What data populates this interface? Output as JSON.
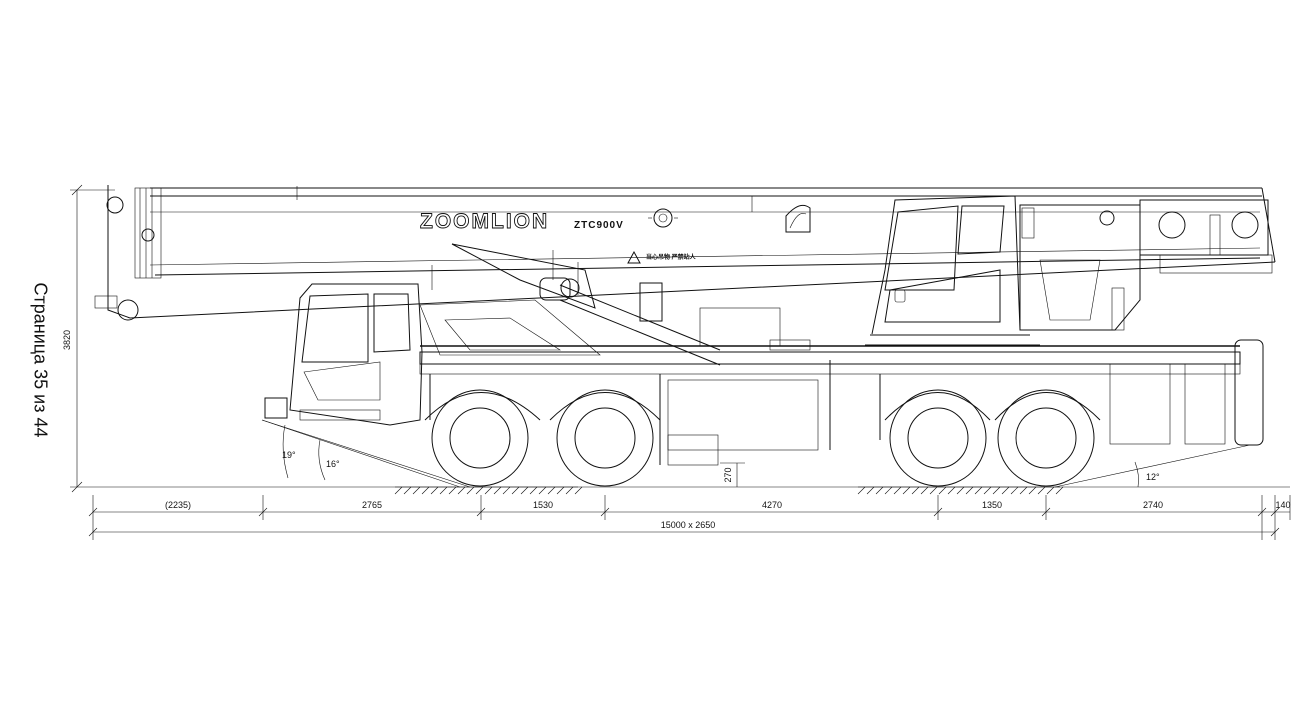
{
  "page_label": "Страница 35 из 44",
  "vehicle": {
    "brand": "ZOOMLION",
    "model": "ZTC900V",
    "warning_text": "当心吊物 严禁站人"
  },
  "dimensions": {
    "height_total": "3820",
    "ground_clearance": "270",
    "front_overhang": "(2235)",
    "wheelbase_1": "2765",
    "wheelbase_2": "1530",
    "wheelbase_3": "4270",
    "wheelbase_4": "1350",
    "rear_overhang": "2740",
    "rear_extra": "140",
    "overall": "15000 x 2650"
  },
  "angles": {
    "approach_a": "19°",
    "approach_b": "16°",
    "departure": "12°"
  },
  "colors": {
    "line": "#111111",
    "background": "#ffffff"
  }
}
